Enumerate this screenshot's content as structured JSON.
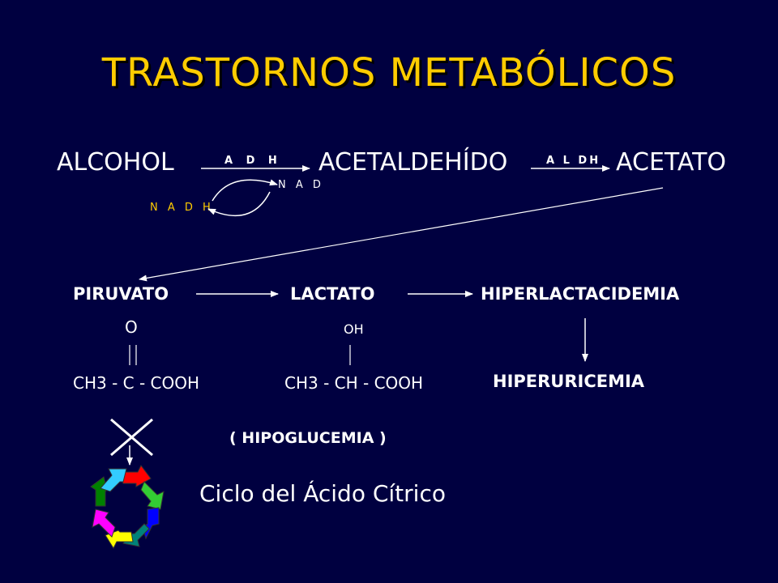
{
  "title": "TRASTORNOS METABÓLICOS",
  "row1": {
    "alcohol": "ALCOHOL",
    "enzyme1": "A D H",
    "acetaldehido": "ACETALDEHÍDO",
    "enzyme2": "A L DH",
    "acetato": "ACETATO",
    "cofactor_nad": "N A D",
    "cofactor_nadh": "N A D H"
  },
  "row2": {
    "piruvato": "PIRUVATO",
    "lactato": "LACTATO",
    "hiperlactacidemia": "HIPERLACTACIDEMIA"
  },
  "formulas": {
    "piruvato_group": "O",
    "lactato_group": "OH",
    "piruvato_formula": "CH3 - C - COOH",
    "lactato_formula": "CH3 - CH - COOH",
    "hiperuricemia": "HIPERURICEMIA"
  },
  "hipoglucemia": "( HIPOGLUCEMIA )",
  "ciclo": "Ciclo del Ácido Cítrico",
  "colors": {
    "background": "#000040",
    "title": "#ffcc00",
    "nadh": "#ffcc00",
    "text": "#ffffff"
  }
}
